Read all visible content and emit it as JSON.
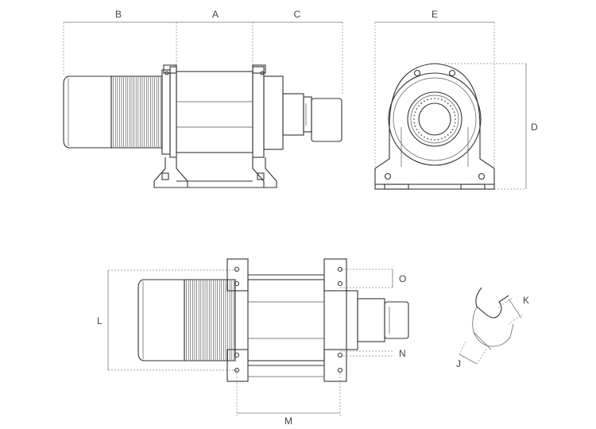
{
  "dimension_labels": {
    "a": "A",
    "b": "B",
    "c": "C",
    "d": "D",
    "e": "E",
    "j": "J",
    "k": "K",
    "l": "L",
    "m": "M",
    "n": "N",
    "o": "O"
  },
  "colors": {
    "line": "#333333",
    "dimension": "#888888",
    "label": "#444444"
  }
}
